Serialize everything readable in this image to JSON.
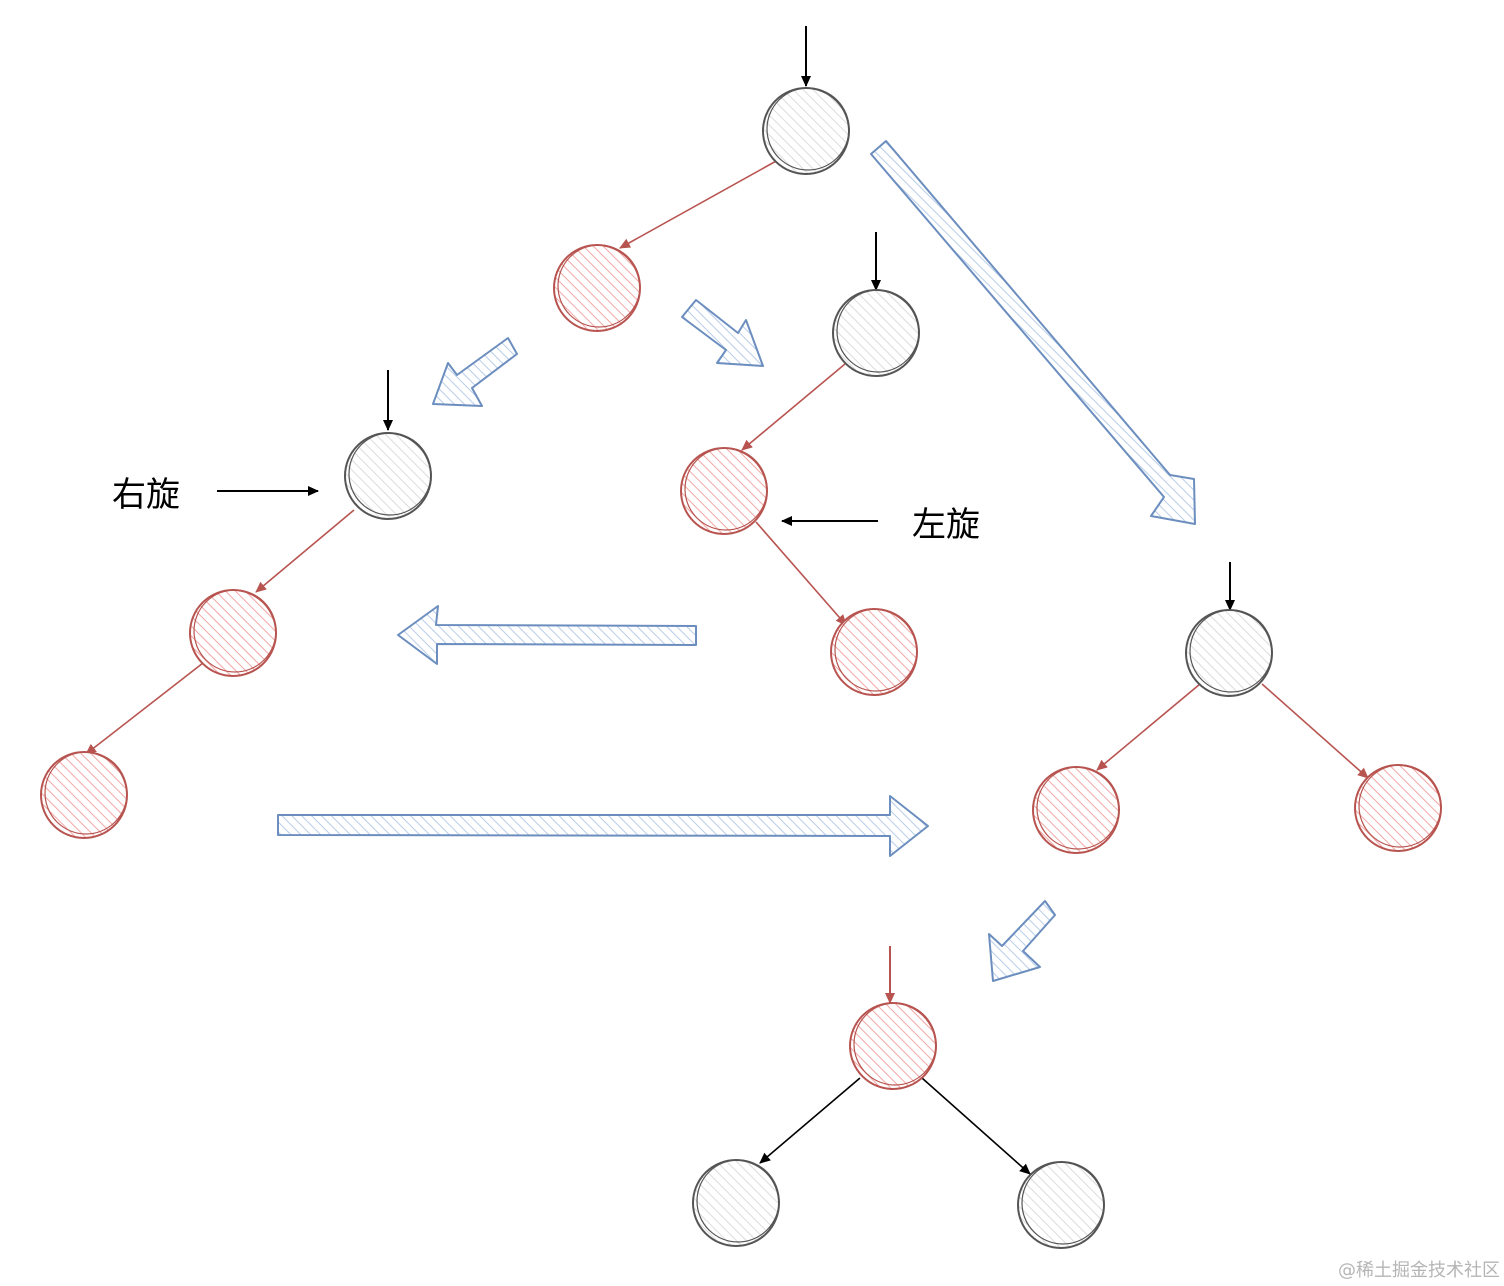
{
  "labels": {
    "right_rotate": "右旋",
    "left_rotate": "左旋"
  },
  "watermark": "@稀土掘金技术社区",
  "colors": {
    "red_node_stroke": "#b85450",
    "red_node_fill": "#f8cecc",
    "black_node_stroke": "#555555",
    "black_node_fill": "#e6e6e6",
    "red_edge": "#b85450",
    "black_edge": "#000000",
    "flow_arrow_stroke": "#6c8ebf",
    "flow_arrow_fill": "#dae8fc"
  }
}
